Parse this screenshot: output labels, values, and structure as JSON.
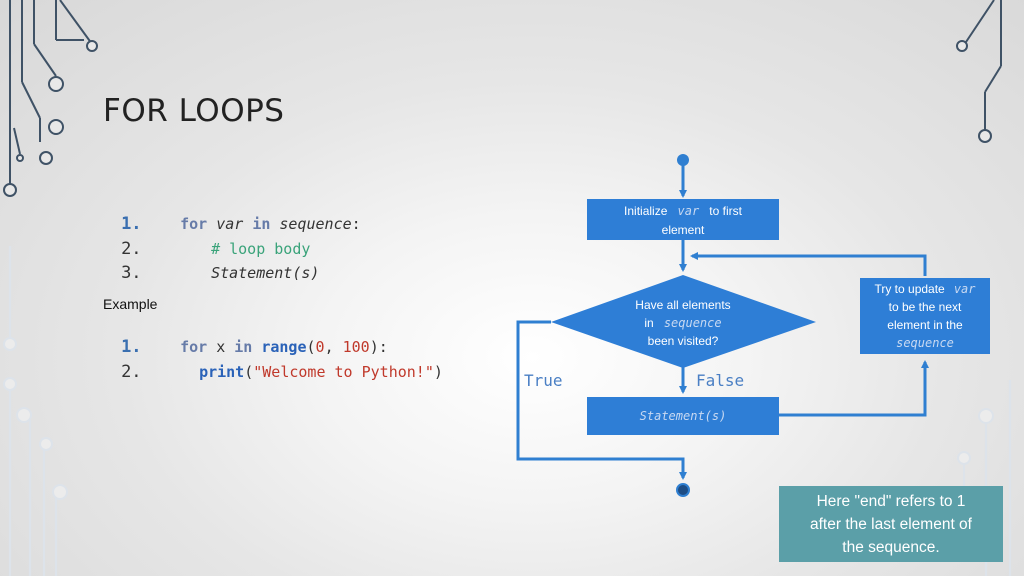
{
  "slide": {
    "title": "FOR LOOPS"
  },
  "syntax": {
    "lines": [
      {
        "num": "1.",
        "kw1": "for",
        "var": "var",
        "kw2": "in",
        "seq": "sequence",
        "colon": ":"
      },
      {
        "num": "2.",
        "comment": "# loop body"
      },
      {
        "num": "3.",
        "stmt": "Statement(s)"
      }
    ]
  },
  "example": {
    "label": "Example",
    "line1": {
      "num": "1.",
      "kw1": "for",
      "var": "x",
      "kw2": "in",
      "fn": "range",
      "open": "(",
      "a": "0",
      "comma": ", ",
      "b": "100",
      "close": "):"
    },
    "line2": {
      "num": "2.",
      "fn": "print",
      "open": "(",
      "str": "\"Welcome to Python!\"",
      "close": ")"
    }
  },
  "flowchart": {
    "init_box": {
      "line1_pre": "Initialize",
      "line1_var": "var",
      "line1_post": "to first",
      "line2": "element"
    },
    "decision": {
      "line1": "Have all elements",
      "line2_pre": "in",
      "line2_var": "sequence",
      "line3": "been visited?"
    },
    "update_box": {
      "line1_pre": "Try to update",
      "line1_var": "var",
      "line2": "to be the next",
      "line3": "element in the",
      "line4": "sequence"
    },
    "statement_box": "Statement(s)",
    "true_label": "True",
    "false_label": "False"
  },
  "note": {
    "line1": "Here \"end\" refers to 1",
    "line2": "after the last element of",
    "line3": "the sequence."
  },
  "colors": {
    "flow_blue": "#2f7fd1",
    "box_blue": "#2e7ed6",
    "note_teal": "#5b9fa8"
  }
}
